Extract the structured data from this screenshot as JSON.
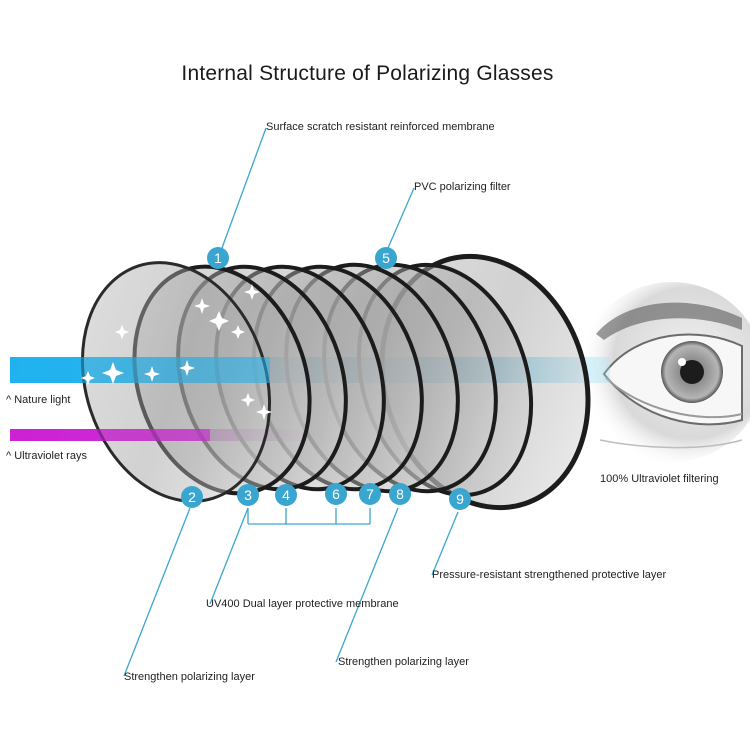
{
  "title": "Internal Structure of Polarizing Glasses",
  "labels": {
    "surface_membrane": "Surface scratch resistant reinforced membrane",
    "pvc_filter": "PVC polarizing filter",
    "nature_light": "^ Nature light",
    "ultraviolet_rays": "^ Ultraviolet rays",
    "uv_filtering": "100% Ultraviolet filtering",
    "pressure_layer": "Pressure-resistant strengthened protective layer",
    "uv400_membrane": "UV400 Dual layer protective membrane",
    "strengthen_layer_mid": "Strengthen polarizing layer",
    "strengthen_layer_left": "Strengthen polarizing layer"
  },
  "markers": [
    "1",
    "2",
    "3",
    "4",
    "5",
    "6",
    "7",
    "8",
    "9"
  ],
  "colors": {
    "accent": "#3aa6cf",
    "light_beam": "#21b2ef",
    "uv_beam": "#cc22d4",
    "lens_rim": "#1c1c1c"
  },
  "icons": [
    "eye-icon",
    "sparkle-icon"
  ]
}
